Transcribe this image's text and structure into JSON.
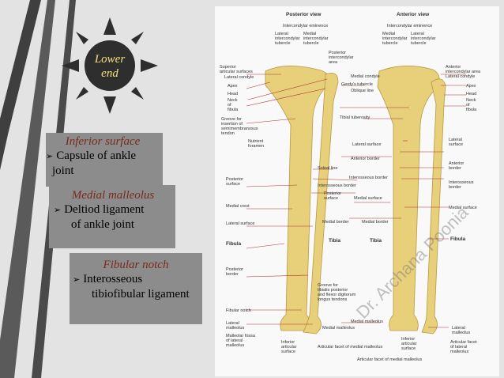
{
  "sun": {
    "label_line1": "Lower",
    "label_line2": "end"
  },
  "panels": [
    {
      "heading": "Inferior surface",
      "body_line1": "Capsule of ankle",
      "body_line2": "joint"
    },
    {
      "heading": "Medial malleolus",
      "body_line1": "Deltiod ligament",
      "body_line2": "of ankle joint"
    },
    {
      "heading": "Fibular notch",
      "body_line1": "Interosseous",
      "body_line2": "tibiofibular ligament"
    }
  ],
  "figure": {
    "posterior_title": "Posterior view",
    "anterior_title": "Anterior view",
    "labels": {
      "p_intercondylar_eminence": "Intercondylar eminence",
      "p_lateral_tubercle": "Lateral\nintercondylar\ntubercle",
      "p_medial_tubercle": "Medial\nintercondylar\ntubercle",
      "p_post_area": "Posterior\nintercondylar\narea",
      "p_superior_surfaces": "Superior\narticular surfaces",
      "p_lateral_condyle": "Lateral condyle",
      "p_apex": "Apex",
      "p_head": "Head",
      "p_neck": "Neck\nof\nfibula",
      "p_medial_condyle": "Medial condyle",
      "p_gerdy": "Gerdy's tubercle",
      "p_oblique": "Oblique line",
      "p_groove": "Groove for\ninsertion of\nsemimembranosus\ntendon",
      "p_nutrient": "Nutrient\nforamen",
      "p_soleal": "Soleal line",
      "p_post_surface_left": "Posterior\nsurface",
      "p_interosseous_border": "Interosseous border",
      "p_post_surface_mid": "Posterior\nsurface",
      "p_medial_crest": "Medial crest",
      "p_lateral_surface": "Lateral surface",
      "p_medial_border": "Medial border",
      "p_fibula": "Fibula",
      "p_tibia": "Tibia",
      "p_posterior_border": "Posterior\nborder",
      "p_groove_tibialis": "Groove for\ntibialis posterior\nand flexor digitorum\nlongus tendons",
      "p_fibular_notch": "Fibular notch",
      "p_lat_malleolus": "Lateral\nmalleolus",
      "p_malleolar_fossa": "Malleolar fossa\nof lateral\nmalleolus",
      "p_inferior_articular": "Inferior\narticular\nsurface",
      "p_med_malleolus": "Medial malleolus",
      "p_artic_facet_med": "Articular facet of medial malleolus",
      "a_intercondylar_eminence": "Intercondylar eminence",
      "a_medial_tubercle": "Medial\nintercondylar\ntubercle",
      "a_lateral_tubercle": "Lateral\nintercondylar\ntubercle",
      "a_ant_area": "Anterior\nintercondylar area",
      "a_lateral_condyle": "Lateral condyle",
      "a_apex": "Apex",
      "a_head": "Head",
      "a_neck": "Neck\nof\nfibula",
      "a_tibial_tuberosity": "Tibial tuberosity",
      "a_lateral_surface_mid": "Lateral surface",
      "a_lateral_surface_right": "Lateral\nsurface",
      "a_anterior_border_mid": "Anterior border",
      "a_anterior_border_right": "Anterior\nborder",
      "a_interosseous_mid": "Interosseous border",
      "a_interosseous_right": "Interosseous\nborder",
      "a_medial_surface_mid": "Medial surface",
      "a_medial_surface_right": "Medial surface",
      "a_medial_border": "Medial border",
      "a_tibia": "Tibia",
      "a_fibula": "Fibula",
      "a_medial_malleolus": "Medial malleolus",
      "a_lateral_malleolus": "Lateral\nmalleolus",
      "a_inferior_articular": "Inferior\narticular\nsurface",
      "a_artic_facet_lat": "Articular facet\nof lateral\nmalleolus",
      "a_artic_facet_med": "Articular facet of medial malleolus"
    }
  },
  "watermark": "Dr. Archana Poonia"
}
